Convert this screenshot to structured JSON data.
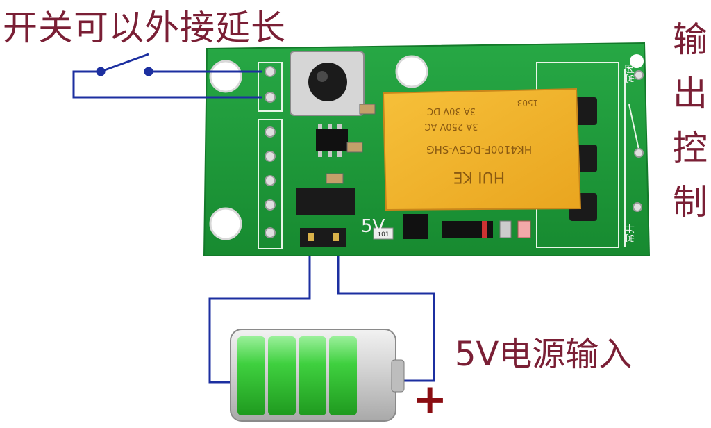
{
  "labels": {
    "switch_extension": "开关可以外接延长",
    "output_control": [
      "输",
      "出",
      "控",
      "制"
    ],
    "power_input": "5V电源输入",
    "battery_plus": "+"
  },
  "board": {
    "relay_text": [
      "HK4100F-DC5V-SHG",
      "3A 250V AC",
      "3A 30V DC",
      "HUI KE",
      "1503"
    ],
    "jumper_label": "5V",
    "nc_label": "常闭",
    "no_label": "常开",
    "resistor_code": "101"
  },
  "colors": {
    "pcb": "#1f9a3a",
    "relay": "#f0b22a",
    "label": "#7a1f35",
    "wire": "#1c2fa0",
    "battery_cell": "#3fcf3f"
  }
}
